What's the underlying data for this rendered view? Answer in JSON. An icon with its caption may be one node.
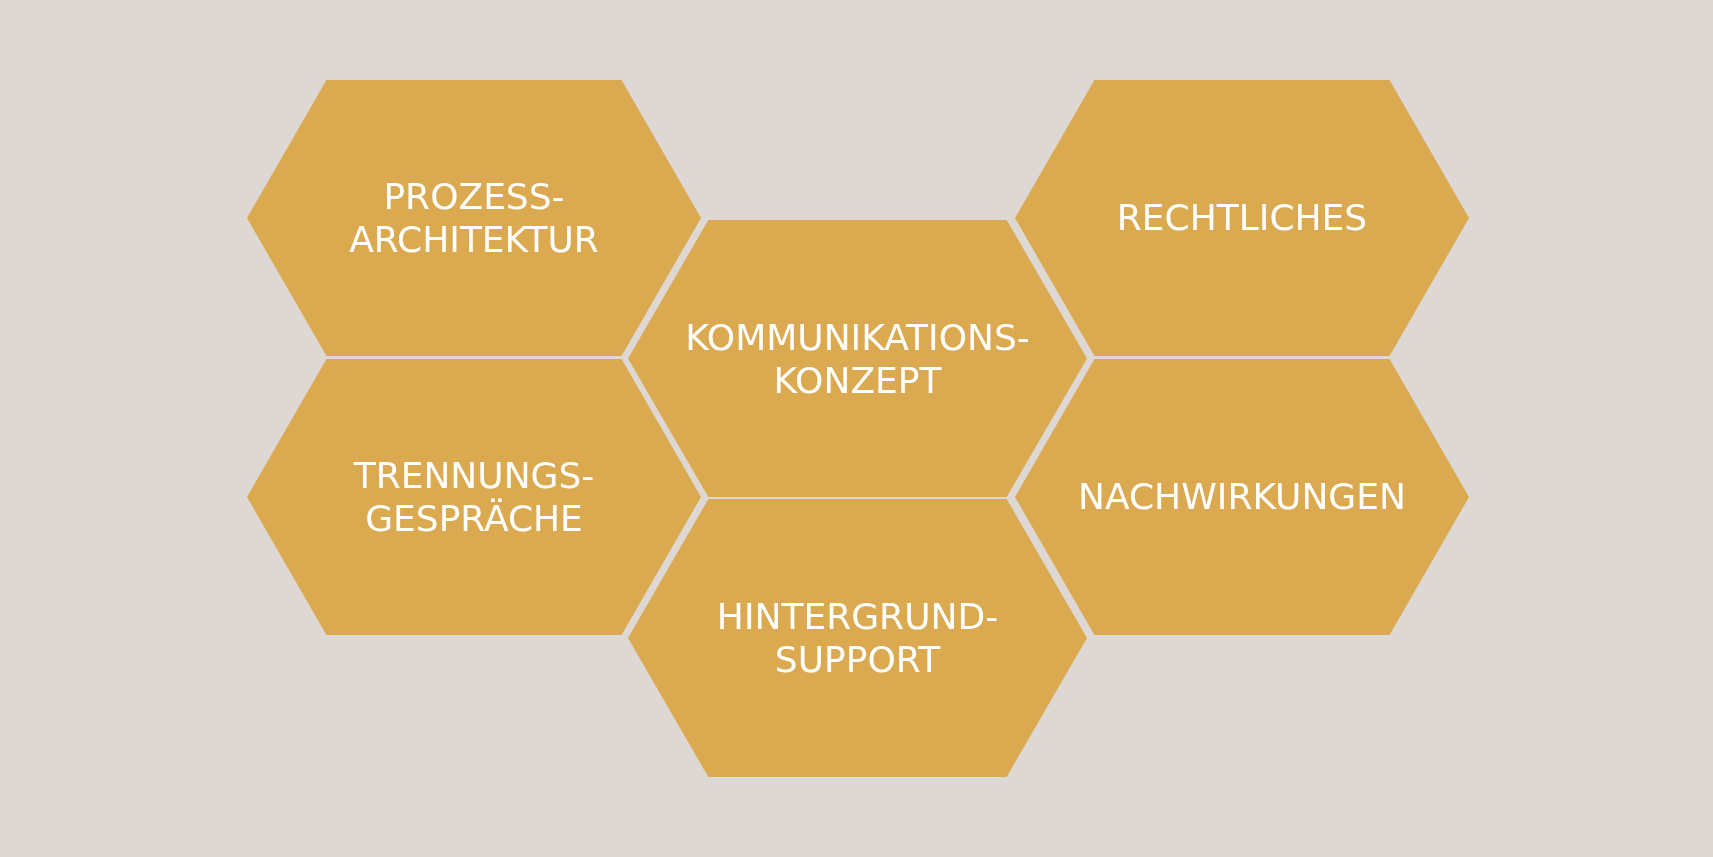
{
  "diagram": {
    "nodes": [
      {
        "text": [
          "PROZESS- ARCHITEKTUR"
        ]
      },
      {
        "text": [
          "RECHTLICHES"
        ]
      },
      {
        "text": [
          "KOMMUNIKATIONS- KONZEPT"
        ]
      },
      {
        "text": [
          "TRENNUNGS- GESPRÄCHE"
        ]
      },
      {
        "text": [
          "NACHWIRKUNGEN"
        ]
      },
      {
        "text": [
          "HINTERGRUND- SUPPORT"
        ]
      }
    ]
  }
}
